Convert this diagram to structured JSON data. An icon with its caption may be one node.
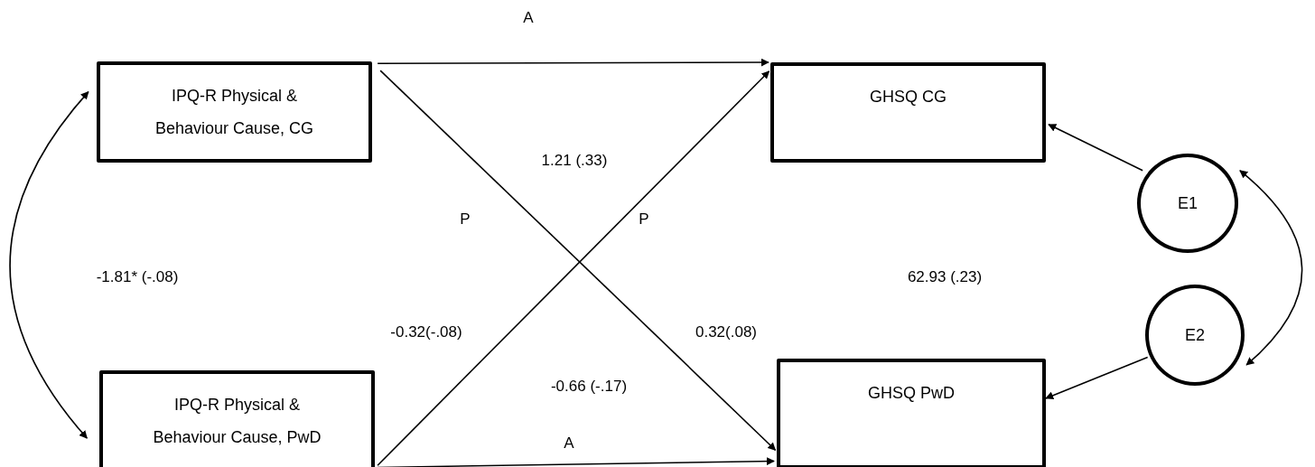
{
  "diagram": {
    "nodes": [
      {
        "text": [
          "IPQ-R Physical & Behaviour Cause, CG"
        ]
      },
      {
        "text": [
          "GHSQ CG"
        ]
      },
      {
        "text": [
          "E1"
        ]
      },
      {
        "text": [
          "E2"
        ]
      },
      {
        "text": [
          "IPQ-R Physical & Behaviour Cause, PwD"
        ]
      },
      {
        "text": [
          "GHSQ PwD"
        ]
      }
    ],
    "edges": [
      {
        "from": 0,
        "to": 1,
        "arrow": "to"
      },
      {
        "from": 0,
        "to": 5,
        "arrow": "to"
      },
      {
        "from": 4,
        "to": 1,
        "arrow": "to"
      },
      {
        "from": 4,
        "to": 5,
        "arrow": "to"
      },
      {
        "from": 2,
        "to": 1,
        "arrow": "to"
      },
      {
        "from": 3,
        "to": 5,
        "arrow": "to"
      },
      {
        "from": 0,
        "to": 4,
        "arrow": "both"
      },
      {
        "from": 2,
        "to": 3,
        "arrow": "both"
      }
    ],
    "labels": [
      "A",
      "1.21 (.33)",
      "P",
      "P",
      "-1.81* (-.08)",
      "62.93 (.23)",
      "-0.32(-.08)",
      "0.32(.08)",
      "-0.66 (-.17)",
      "A"
    ]
  }
}
